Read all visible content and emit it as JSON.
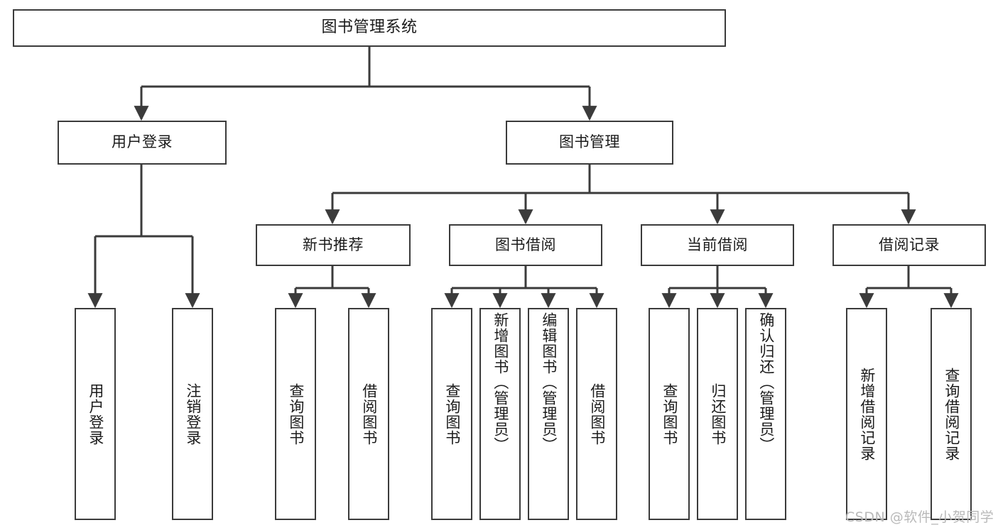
{
  "diagram": {
    "type": "tree-hierarchy",
    "title": "图书管理系统",
    "watermark": "CSDN @软件_小贺同学",
    "colors": {
      "stroke": "#3b3b3b",
      "fill": "#ffffff",
      "text": "#1b1b1b",
      "watermark": "#b9b9b9"
    },
    "levels": {
      "root": {
        "label": "图书管理系统"
      },
      "level2": [
        {
          "label": "用户登录"
        },
        {
          "label": "图书管理"
        }
      ],
      "level3": [
        {
          "label": "新书推荐",
          "parent": "图书管理"
        },
        {
          "label": "图书借阅",
          "parent": "图书管理"
        },
        {
          "label": "当前借阅",
          "parent": "图书管理"
        },
        {
          "label": "借阅记录",
          "parent": "图书管理"
        }
      ],
      "leaves": [
        {
          "label": "用户登录",
          "parent": "用户登录"
        },
        {
          "label": "注销登录",
          "parent": "用户登录"
        },
        {
          "label": "查询图书",
          "parent": "新书推荐"
        },
        {
          "label": "借阅图书",
          "parent": "新书推荐"
        },
        {
          "label": "查询图书",
          "parent": "图书借阅"
        },
        {
          "label": "新增图书（管理员）",
          "parent": "图书借阅"
        },
        {
          "label": "编辑图书（管理员）",
          "parent": "图书借阅"
        },
        {
          "label": "借阅图书",
          "parent": "图书借阅"
        },
        {
          "label": "查询图书",
          "parent": "当前借阅"
        },
        {
          "label": "归还图书",
          "parent": "当前借阅"
        },
        {
          "label": "确认归还（管理员）",
          "parent": "当前借阅"
        },
        {
          "label": "新增借阅记录",
          "parent": "借阅记录"
        },
        {
          "label": "查询借阅记录",
          "parent": "借阅记录"
        }
      ]
    }
  }
}
